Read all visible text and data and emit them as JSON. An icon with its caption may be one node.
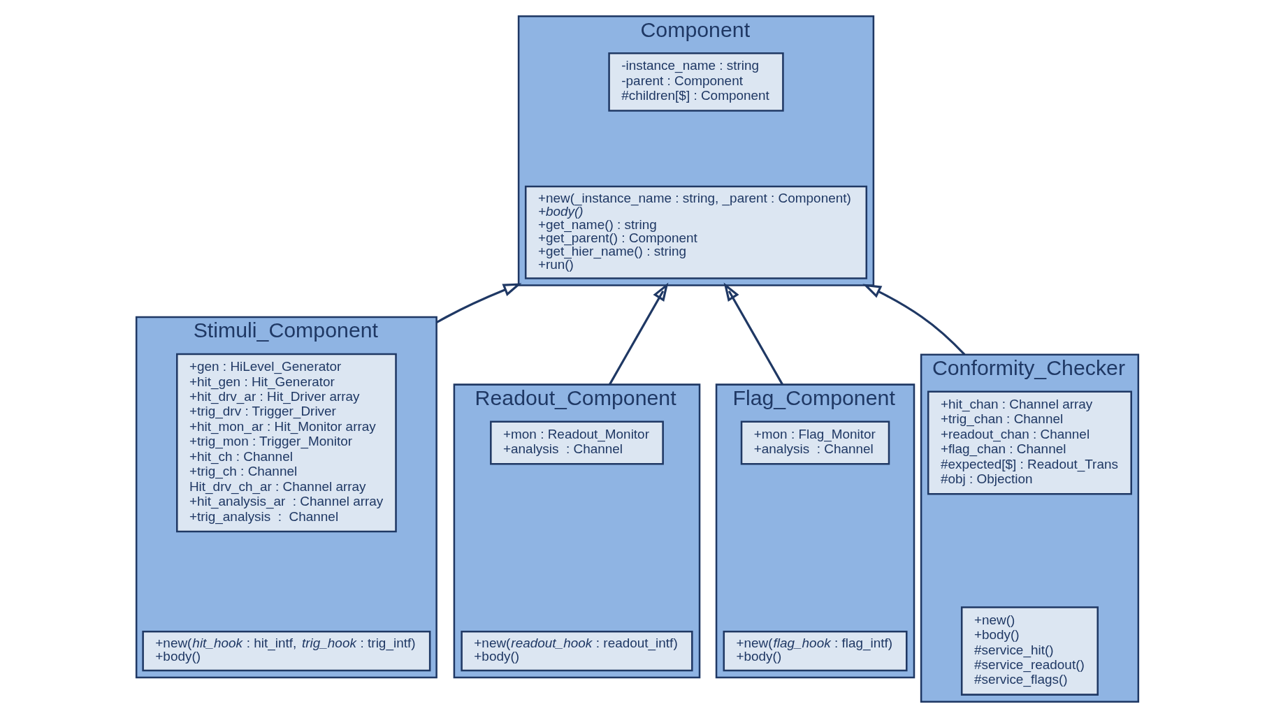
{
  "diagram": {
    "nodes": [
      {
        "text": [
          "Component"
        ]
      },
      {
        "text": [
          "-instance_name : string",
          "-parent : Component",
          "#children[$] : Component"
        ],
        "in": 0
      },
      {
        "text": [
          "+new(_instance_name : string, _parent : Component)",
          "*+body()*",
          "+get_name() : string",
          "+get_parent() : Component",
          "+get_hier_name() : string",
          "+run()"
        ],
        "in": 0
      },
      {
        "text": [
          "Stimuli_Component"
        ]
      },
      {
        "text": [
          "+gen : HiLevel_Generator",
          "+hit_gen : Hit_Generator",
          "+hit_drv_ar : Hit_Driver array",
          "+trig_drv : Trigger_Driver",
          "+hit_mon_ar : Hit_Monitor array",
          "+trig_mon : Trigger_Monitor",
          "+hit_ch : Channel",
          "+trig_ch : Channel",
          "Hit_drv_ch_ar : Channel array",
          "+hit_analysis_ar  : Channel array",
          "+trig_analysis  :  Channel"
        ],
        "in": 3
      },
      {
        "text": [
          "+new(*hit_hook* : hit_intf, *trig_hook* : trig_intf)",
          "+body()"
        ],
        "in": 3
      },
      {
        "text": [
          "Readout_Component"
        ]
      },
      {
        "text": [
          "+mon : Readout_Monitor",
          "+analysis  : Channel"
        ],
        "in": 6
      },
      {
        "text": [
          "+new(*readout_hook* : readout_intf)",
          "+body()"
        ],
        "in": 6
      },
      {
        "text": [
          "Flag_Component"
        ]
      },
      {
        "text": [
          "+mon : Flag_Monitor",
          "+analysis  : Channel"
        ],
        "in": 9
      },
      {
        "text": [
          "+new(*flag_hook* : flag_intf)",
          "+body()"
        ],
        "in": 9
      },
      {
        "text": [
          "Conformity_Checker"
        ]
      },
      {
        "text": [
          "+hit_chan : Channel array",
          "+trig_chan : Channel",
          "+readout_chan : Channel",
          "+flag_chan : Channel",
          "#expected[$] : Readout_Trans",
          "#obj : Objection"
        ],
        "in": 12
      },
      {
        "text": [
          "+new()",
          "+body()",
          "#service_hit()",
          "#service_readout()",
          "#service_flags()"
        ],
        "in": 12
      }
    ],
    "edges": [
      {
        "from": 3,
        "to": 0,
        "arrow": "to"
      },
      {
        "from": 6,
        "to": 0,
        "arrow": "to"
      },
      {
        "from": 9,
        "to": 0,
        "arrow": "to"
      },
      {
        "from": 12,
        "to": 0,
        "arrow": "to"
      }
    ]
  }
}
